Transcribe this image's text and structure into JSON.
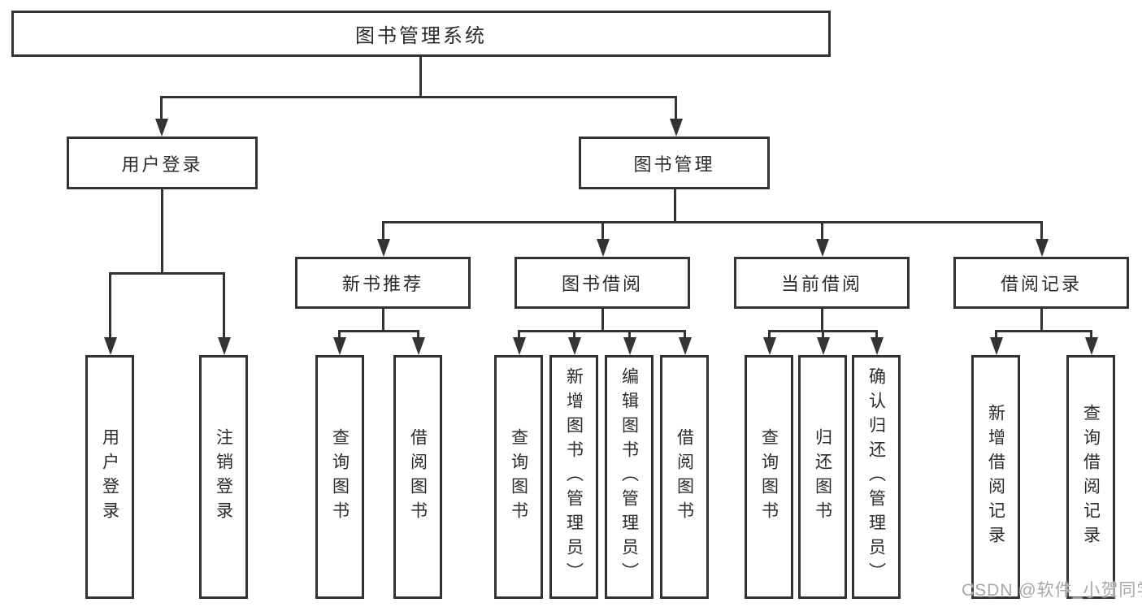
{
  "diagram": {
    "title": "图书管理系统",
    "branches": [
      {
        "label": "用户登录",
        "children": [
          {
            "label": "用户登录"
          },
          {
            "label": "注销登录"
          }
        ]
      },
      {
        "label": "图书管理",
        "children": [
          {
            "label": "新书推荐",
            "children": [
              {
                "label": "查询图书"
              },
              {
                "label": "借阅图书"
              }
            ]
          },
          {
            "label": "图书借阅",
            "children": [
              {
                "label": "查询图书"
              },
              {
                "label": "新增图书（管理员）"
              },
              {
                "label": "编辑图书（管理员）"
              },
              {
                "label": "借阅图书"
              }
            ]
          },
          {
            "label": "当前借阅",
            "children": [
              {
                "label": "查询图书"
              },
              {
                "label": "归还图书"
              },
              {
                "label": "确认归还（管理员）"
              }
            ]
          },
          {
            "label": "借阅记录",
            "children": [
              {
                "label": "新增借阅记录"
              },
              {
                "label": "查询借阅记录"
              }
            ]
          }
        ]
      }
    ]
  },
  "watermark": {
    "text": "CSDN @软件_小贺同学"
  },
  "colors": {
    "line": "#333333",
    "text": "#2b2b2b",
    "watermark": "#a8a8a8",
    "background": "#ffffff"
  }
}
